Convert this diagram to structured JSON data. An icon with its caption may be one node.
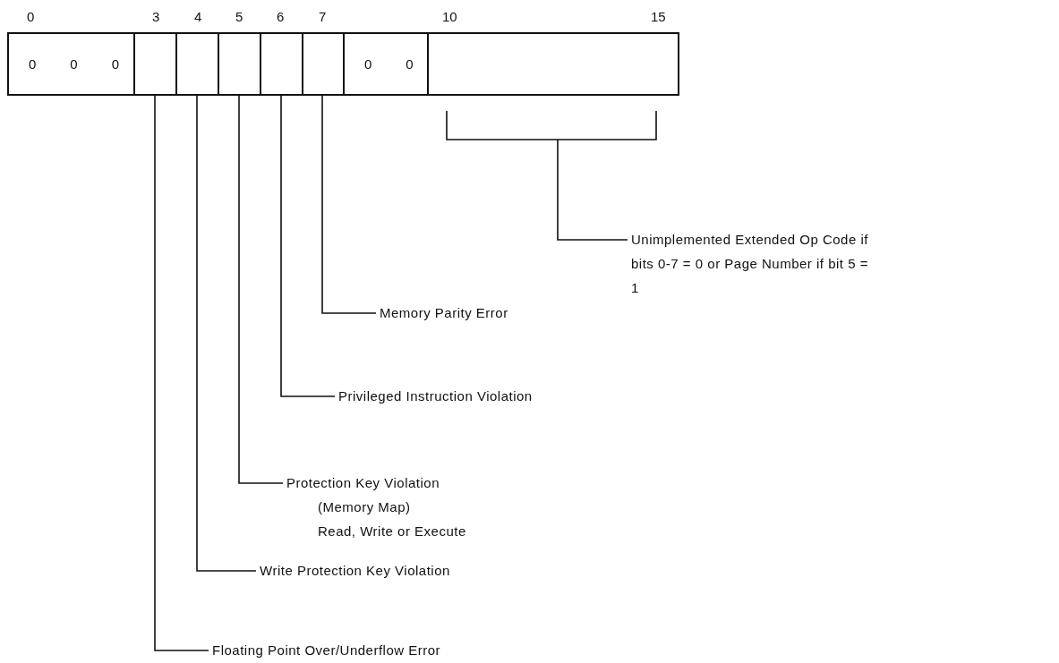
{
  "diagram": {
    "nodes": [
      {
        "text": [
          "0",
          "0",
          "0"
        ]
      },
      {
        "text": [],
        "shape": "box"
      },
      {
        "text": [],
        "shape": "box"
      },
      {
        "text": [],
        "shape": "box"
      },
      {
        "text": [],
        "shape": "box"
      },
      {
        "text": [],
        "shape": "box"
      },
      {
        "text": [
          "0",
          "0"
        ]
      },
      {
        "text": [],
        "shape": "box"
      },
      {
        "text": [
          "Unimplemented Extended Op Code if bits 0-7 = 0 or Page Number if bit 5 = 1"
        ]
      },
      {
        "text": [
          "Memory Parity Error"
        ]
      },
      {
        "text": [
          "Privileged Instruction Violation"
        ]
      },
      {
        "text": [
          "Protection Key Violation",
          "(Memory Map)",
          "Read, Write or Execute"
        ]
      },
      {
        "text": [
          "Write Protection Key Violation"
        ]
      },
      {
        "text": [
          "Floating Point Over/Underflow Error"
        ]
      }
    ],
    "edges": [
      {
        "from": 7,
        "to": 8,
        "arrow": "none"
      },
      {
        "from": 5,
        "to": 9,
        "arrow": "none"
      },
      {
        "from": 4,
        "to": 10,
        "arrow": "none"
      },
      {
        "from": 3,
        "to": 11,
        "arrow": "none"
      },
      {
        "from": 2,
        "to": 12,
        "arrow": "none"
      },
      {
        "from": 1,
        "to": 13,
        "arrow": "none"
      }
    ],
    "labels": [
      "0",
      "3",
      "4",
      "5",
      "6",
      "7",
      "10",
      "15"
    ]
  }
}
